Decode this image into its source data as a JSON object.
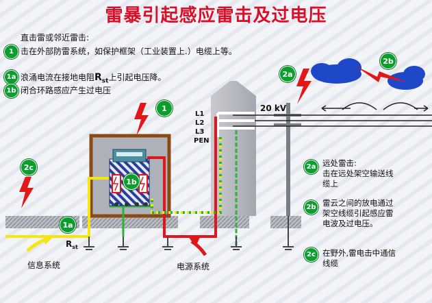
{
  "title": "雷暴引起感应雷击及过电压",
  "notes_left": [
    {
      "badge": "",
      "text": "直击雷或邻近雷击:"
    },
    {
      "badge": "1",
      "text": "击在外部防雷系统，如保护框架（工业装置上.）电缆上等。"
    },
    {
      "badge": "1a",
      "text_before": "浪涌电流在接地电阻",
      "symbol": "R",
      "subscript": "st",
      "text_after": "上引起电压降。"
    },
    {
      "badge": "1b",
      "text": "闭合环路感应产生过电压"
    }
  ],
  "notes_right": [
    {
      "badge": "2a",
      "lines": [
        "远处雷击:",
        "击在远处架空输送线",
        "缆上"
      ]
    },
    {
      "badge": "2b",
      "lines": [
        "雷云之间的放电通过",
        "架空线缆引起感应雷",
        "电波及过电压。"
      ]
    },
    {
      "badge": "2c",
      "lines": [
        "在野外,雷电击中通信",
        "线缆"
      ]
    }
  ],
  "diagram": {
    "badges": {
      "b1": "1",
      "b1a": "1a",
      "b1b": "1b",
      "b2a": "2a",
      "b2b": "2b",
      "b2c": "2c"
    },
    "line_labels": [
      "L1",
      "L2",
      "L3",
      "PEN"
    ],
    "voltage": "20 kV",
    "resistor_symbol": "R",
    "resistor_sub": "st",
    "label_info": "信息系统",
    "label_power": "电源系统"
  },
  "colors": {
    "title": "#d8102a",
    "badge": "#0c9e2c",
    "wire_red": "#e0161e",
    "wire_yellow": "#f5e612",
    "wire_green": "#2bb33a",
    "cloud": "#1e48c8",
    "bolt": "#e01818",
    "frame": "#8a4a16"
  }
}
